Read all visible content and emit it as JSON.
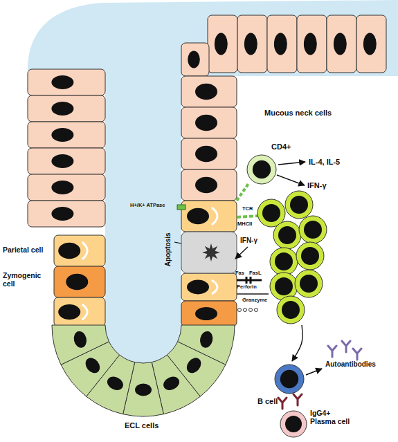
{
  "diagram": {
    "nodes": [
      {
        "text": [
          "CD4+"
        ]
      },
      {
        "text": [
          "B cell"
        ]
      },
      {
        "text": [
          "IgG4+ Plasma cell"
        ]
      }
    ],
    "labels": [
      "Mucous neck cells",
      "IL-4, IL-5",
      "IFN-γ",
      "H+/K+ ATPase",
      "TCR",
      "MHCII",
      "IFN-γ",
      "Apoptosis",
      "Fas",
      "FasL",
      "Perforin",
      "Granzyme",
      "Parietal cell",
      "Zymogenic cell",
      "Autoantibodies",
      "ECL cells"
    ]
  }
}
